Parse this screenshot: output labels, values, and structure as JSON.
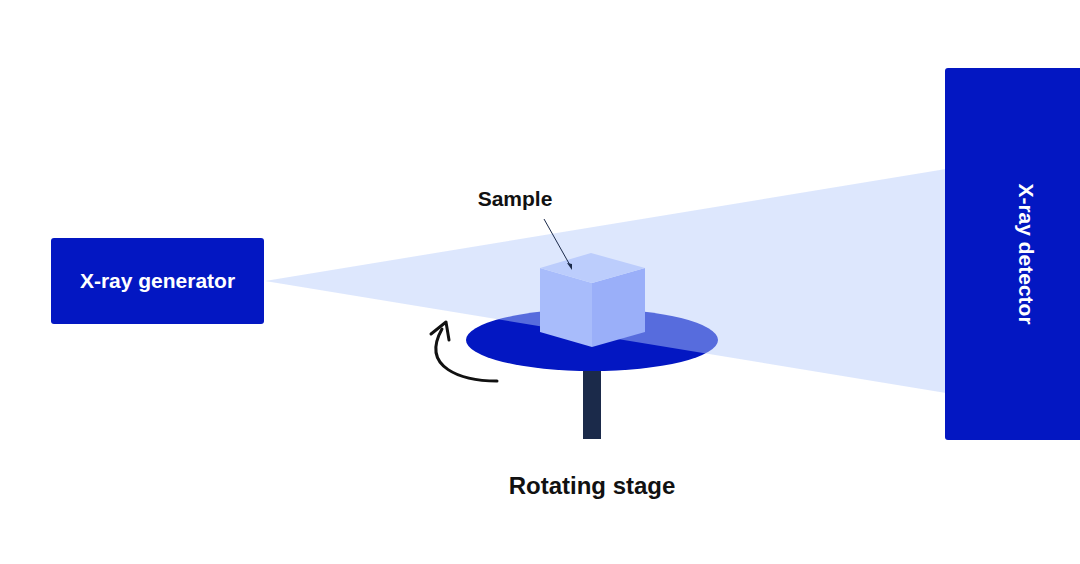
{
  "diagram": {
    "nodes": [
      {
        "text": [
          "X-ray generator"
        ]
      },
      {
        "text": [
          "X-ray detector"
        ]
      }
    ],
    "labels": [
      "Sample",
      "Rotating stage"
    ]
  }
}
